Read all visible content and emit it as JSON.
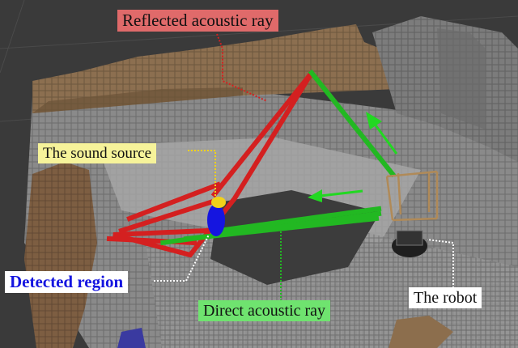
{
  "labels": {
    "reflected_ray": "Reflected acoustic ray",
    "sound_source": "The sound source",
    "detected_region": "Detected region",
    "direct_ray": "Direct acoustic ray",
    "robot": "The robot"
  },
  "colors": {
    "reflected": "#d42020",
    "direct": "#22b822",
    "detected": "#1515e0",
    "source": "#f2d21a",
    "background": "#3b3b3b"
  }
}
